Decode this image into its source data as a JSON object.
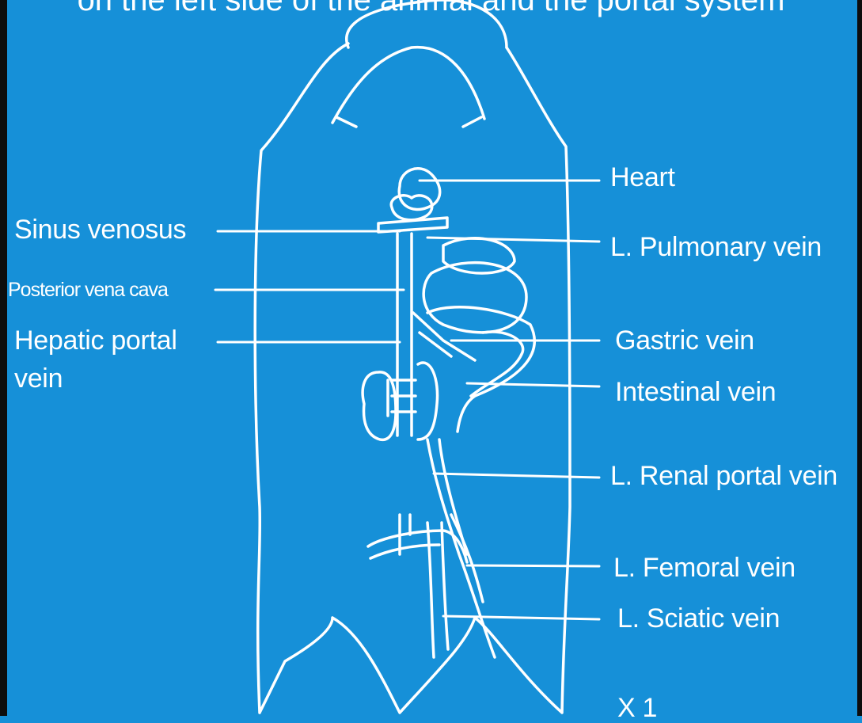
{
  "title": "on the left side of the animal and the portal system",
  "colors": {
    "background": "#1690d8",
    "line": "#ffffff",
    "frame_edge": "#0d0d0d"
  },
  "labels": {
    "heart": "Heart",
    "sinus_venosus": "Sinus venosus",
    "l_pulmonary_vein": "L. Pulmonary vein",
    "posterior_vena_cava": "Posterior vena cava",
    "hepatic_portal_vein_line1": "Hepatic portal",
    "hepatic_portal_vein_line2": "vein",
    "gastric_vein": "Gastric vein",
    "intestinal_vein": "Intestinal vein",
    "l_renal_portal_vein": "L. Renal portal vein",
    "l_femoral_vein": "L. Femoral vein",
    "l_sciatic_vein": "L. Sciatic vein",
    "magnification": "X 1"
  }
}
